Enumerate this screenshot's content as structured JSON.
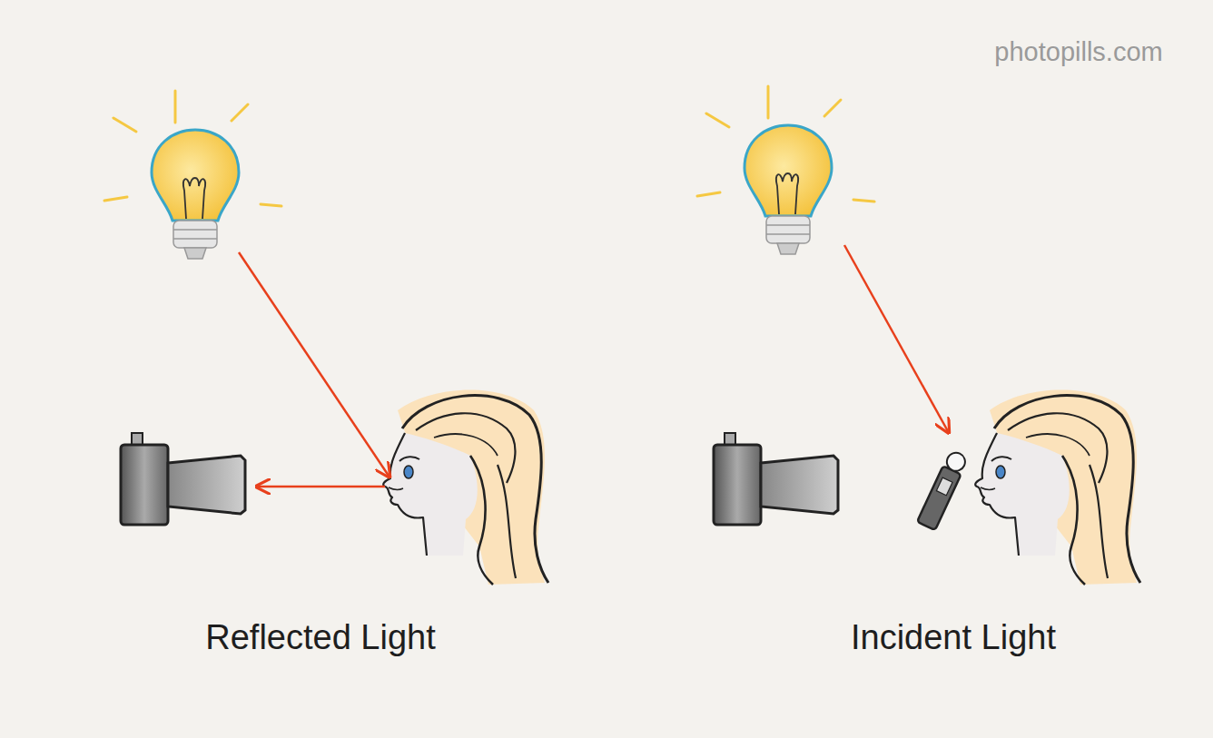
{
  "diagram": {
    "labels": [
      "photopills.com",
      "Reflected Light",
      "Incident Light"
    ]
  }
}
